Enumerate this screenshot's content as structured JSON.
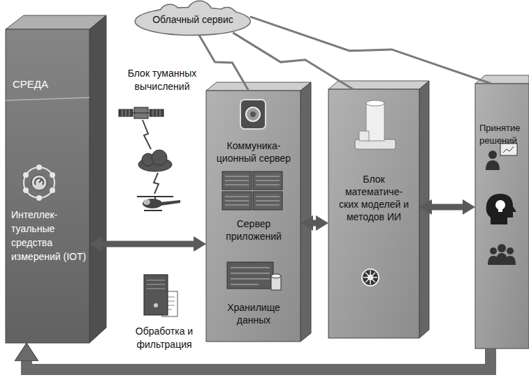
{
  "diagram": {
    "nodes": [
      {
        "text": [
          "Облачный сервис"
        ]
      },
      {
        "text": [
          "СРЕДА",
          "Интеллек- туальные средства измерений (IOT)"
        ]
      },
      {
        "text": [
          "Коммуника- ционный сервер",
          "Сервер приложений",
          "Хранилище данных"
        ]
      },
      {
        "text": [
          "Блок математиче- ских моделей и методов ИИ"
        ]
      },
      {
        "text": [
          "Принятие решений"
        ]
      }
    ],
    "edges": [
      {
        "from": 1,
        "to": 2,
        "arrow": "both"
      },
      {
        "from": 2,
        "to": 3,
        "arrow": "both"
      },
      {
        "from": 3,
        "to": 4,
        "arrow": "both"
      },
      {
        "from": 4,
        "to": 1,
        "arrow": "to"
      },
      {
        "from": 0,
        "to": 2,
        "arrow": "none"
      },
      {
        "from": 0,
        "to": 3,
        "arrow": "none"
      },
      {
        "from": 0,
        "to": 4,
        "arrow": "none"
      }
    ],
    "labels": [
      "Блок туманных вычислений",
      "Обработка и фильтрация"
    ]
  }
}
